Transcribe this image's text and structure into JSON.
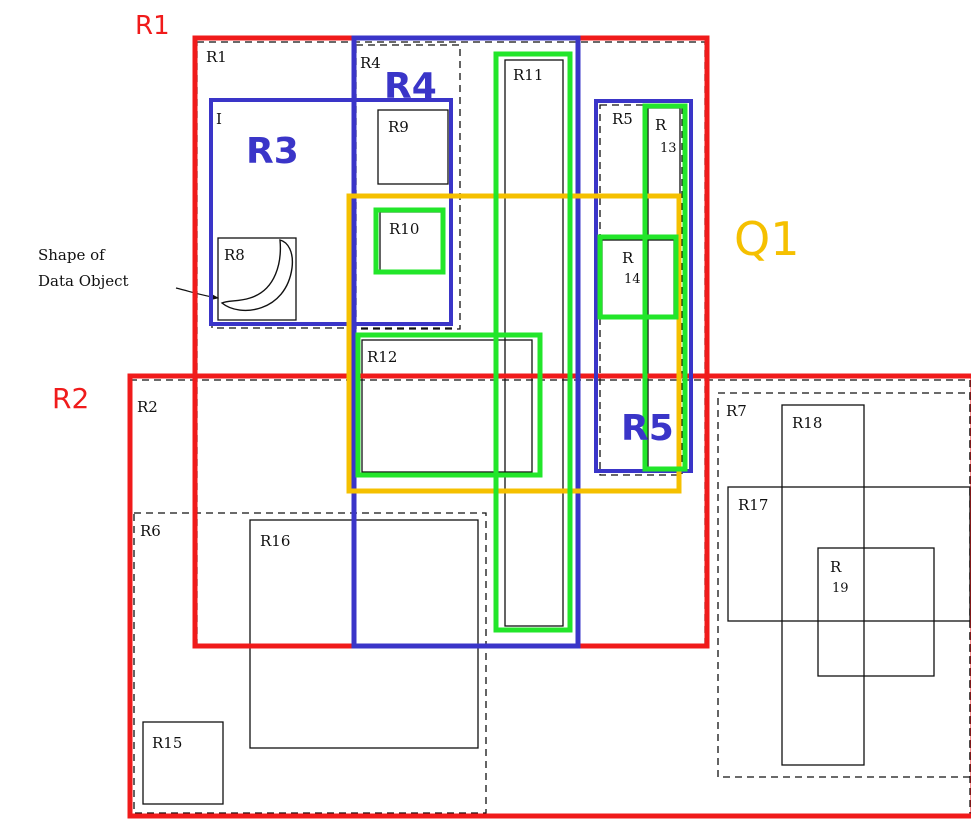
{
  "colors": {
    "red": "#f01b1b",
    "blue": "#3a35c8",
    "green": "#22e62a",
    "orange": "#f5c000",
    "ink": "#111111"
  },
  "overlay_labels": {
    "r1": "R1",
    "r2": "R2",
    "r3": "R3",
    "r4": "R4",
    "r5": "R5",
    "q1": "Q1"
  },
  "scan_labels": {
    "r1": "R1",
    "r2": "R2",
    "r3_partial": "I",
    "r4": "R4",
    "r5": "R5",
    "r6": "R6",
    "r7": "R7",
    "r8": "R8",
    "r9": "R9",
    "r10": "R10",
    "r11": "R11",
    "r12": "R12",
    "r13_main": "R",
    "r13_sub": "13",
    "r14_main": "R",
    "r14_sub": "14",
    "r15": "R15",
    "r16": "R16",
    "r17": "R17",
    "r18": "R18",
    "r19_main": "R",
    "r19_sub": "19"
  },
  "annotation": {
    "line1": "Shape of",
    "line2": "Data Object"
  }
}
